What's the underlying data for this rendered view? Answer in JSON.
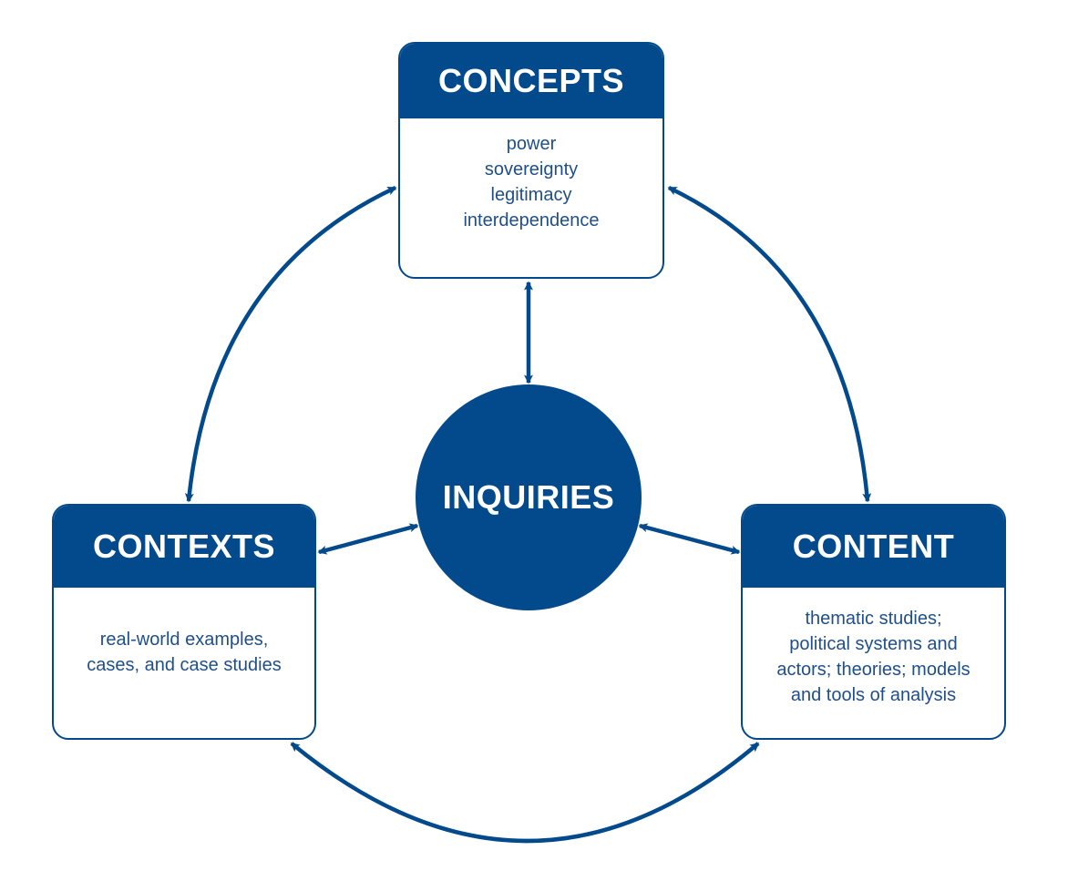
{
  "colors": {
    "primary": "#034a8c",
    "body_text": "#1f4f8a",
    "background": "#ffffff"
  },
  "center": {
    "label": "INQUIRIES"
  },
  "boxes": {
    "concepts": {
      "title": "CONCEPTS",
      "lines": [
        "power",
        "sovereignty",
        "legitimacy",
        "interdependence"
      ]
    },
    "contexts": {
      "title": "CONTEXTS",
      "lines": [
        "real-world examples,",
        "cases, and case studies"
      ]
    },
    "content": {
      "title": "CONTENT",
      "lines": [
        "thematic studies;",
        "political systems and",
        "actors; theories; models",
        "and tools of analysis"
      ]
    }
  },
  "connections": [
    {
      "from": "CONCEPTS",
      "to": "INQUIRIES",
      "style": "straight",
      "bidirectional": true
    },
    {
      "from": "CONTEXTS",
      "to": "INQUIRIES",
      "style": "straight",
      "bidirectional": true
    },
    {
      "from": "CONTENT",
      "to": "INQUIRIES",
      "style": "straight",
      "bidirectional": true
    },
    {
      "from": "CONCEPTS",
      "to": "CONTEXTS",
      "style": "curved",
      "bidirectional": true
    },
    {
      "from": "CONCEPTS",
      "to": "CONTENT",
      "style": "curved",
      "bidirectional": true
    },
    {
      "from": "CONTEXTS",
      "to": "CONTENT",
      "style": "curved",
      "bidirectional": true
    }
  ]
}
